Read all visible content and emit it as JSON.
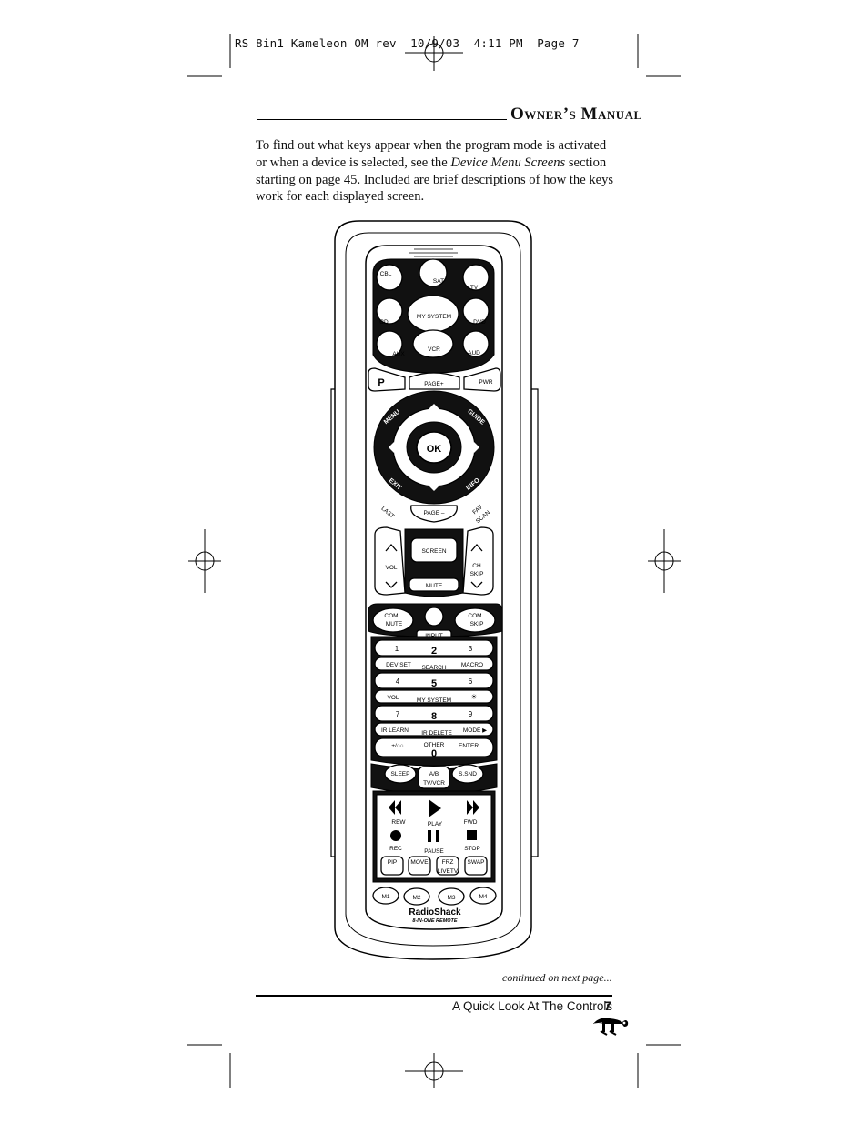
{
  "slug": "RS 8in1 Kameleon OM rev  10/9/03  4:11 PM  Page 7",
  "header": {
    "title": "Owner’s Manual"
  },
  "intro": {
    "part1": "To find out what keys appear when the program mode is activated or when a device is selected, see the ",
    "emphasis": "Device Menu Screens",
    "part2": " section starting on page 45. Included are brief descriptions of how the keys work for each displayed screen."
  },
  "remote": {
    "devices": [
      "CBL",
      "SAT",
      "TV",
      "CD",
      "MY SYSTEM",
      "DVD",
      "AUX",
      "VCR",
      "AUD"
    ],
    "top_keys": {
      "program": "P",
      "page_plus": "PAGE+",
      "power": "PWR",
      "menu": "MENU",
      "guide": "GUIDE",
      "ok": "OK",
      "exit": "EXIT",
      "info": "INFO",
      "last": "LAST",
      "page_minus": "PAGE –",
      "fav_scan_1": "FAV",
      "fav_scan_2": "SCAN"
    },
    "mid_keys": {
      "screen": "SCREEN",
      "mute": "MUTE",
      "vol": "VOL",
      "ch": "CH",
      "skip": "SKIP",
      "com_mute_1": "COM",
      "com_mute_2": "MUTE",
      "com_skip_1": "COM",
      "com_skip_2": "SKIP",
      "input": "INPUT"
    },
    "num_rows": [
      {
        "left": "1",
        "mid": "2",
        "right": "3"
      },
      {
        "left": "DEV SET",
        "mid": "SEARCH",
        "right": "MACRO"
      },
      {
        "left": "4",
        "mid": "5",
        "right": "6"
      },
      {
        "left": "VOL",
        "mid": "MY SYSTEM",
        "right": "☀"
      },
      {
        "left": "7",
        "mid": "8",
        "right": "9"
      },
      {
        "left": "IR LEARN",
        "mid": "IR DELETE",
        "right": "MODE ▶"
      },
      {
        "left": "+/○○",
        "mid": "OTHER",
        "right": "ENTER"
      }
    ],
    "zero": "0",
    "lower_keys": {
      "sleep": "SLEEP",
      "ab": "A/B",
      "tvvcr": "TV/VCR",
      "ssnd": "S.SND"
    },
    "transport": {
      "rew": "REW",
      "play": "PLAY",
      "fwd": "FWD",
      "rec": "REC",
      "pause": "PAUSE",
      "stop": "STOP"
    },
    "pip_keys": {
      "pip": "PIP",
      "move": "MOVE",
      "frz": "FRZ",
      "livetv": "LIVETV",
      "swap": "SWAP"
    },
    "macros": [
      "M1",
      "M2",
      "M3",
      "M4"
    ],
    "brand": "RadioShack",
    "model": "8-IN-ONE REMOTE"
  },
  "continued": "continued on next page...",
  "footer": {
    "section": "A Quick Look At The Controls",
    "page": "7"
  }
}
